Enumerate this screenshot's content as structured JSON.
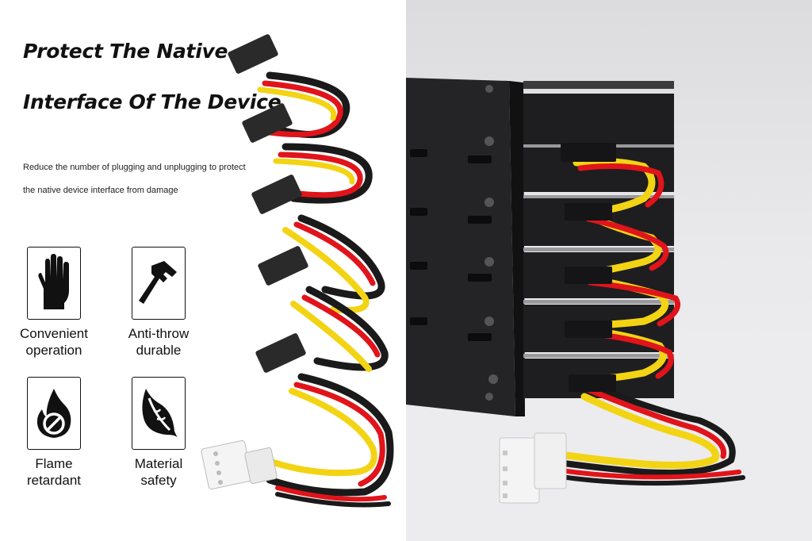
{
  "headline": {
    "line1": "Protect The Native",
    "line2": "Interface Of The Device"
  },
  "subtext": {
    "line1": "Reduce the number of plugging and unplugging to protect",
    "line2": "the native device interface from damage"
  },
  "features": [
    {
      "icon": "hand-icon",
      "label1": "Convenient",
      "label2": "operation"
    },
    {
      "icon": "hammer-icon",
      "label1": "Anti-throw",
      "label2": "durable"
    },
    {
      "icon": "flame-retardant-icon",
      "label1": "Flame",
      "label2": "retardant"
    },
    {
      "icon": "leaf-icon",
      "label1": "Material",
      "label2": "safety"
    }
  ],
  "colors": {
    "wire_yellow": "#f2d414",
    "wire_red": "#e0141a",
    "wire_black": "#1a1a1a",
    "connector": "#2a2a2a",
    "molex": "#f4f4f4"
  }
}
